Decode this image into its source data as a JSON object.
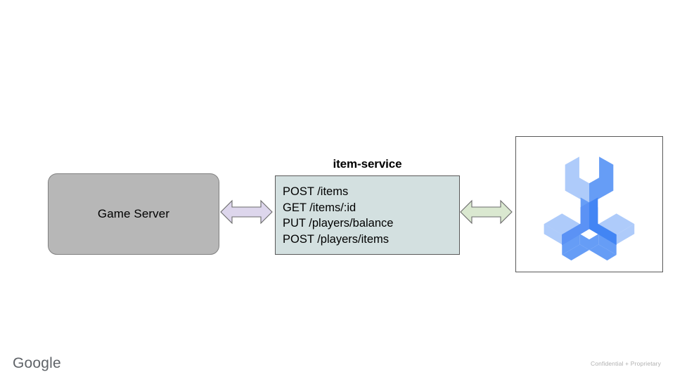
{
  "slide": {
    "background_color": "#ffffff",
    "nodes": {
      "game_server": {
        "label": "Game Server",
        "fill_color": "#b7b7b7",
        "border_color": "#808080"
      },
      "item_service": {
        "title": "item-service",
        "fill_color": "#d3e4e4",
        "border_color": "#595959",
        "endpoints": [
          "POST /items",
          "GET /items/:id",
          "PUT /players/balance",
          "POST /players/items"
        ]
      },
      "logo_panel": {
        "icon_name": "isometric-wrench-icon",
        "border_color": "#595959",
        "colors": {
          "light": "#aecbfa",
          "medium": "#669df6",
          "dark": "#4285f4",
          "mid_dark": "#5b92f5"
        }
      }
    },
    "connectors": [
      {
        "name": "game-server-to-item-service",
        "style": "double-headed-arrow",
        "fill_color": "#ddd6ec",
        "border_color": "#6b6b6b"
      },
      {
        "name": "item-service-to-tools",
        "style": "double-headed-arrow",
        "fill_color": "#dae8d0",
        "border_color": "#6b6b6b"
      }
    ]
  },
  "footer": {
    "brand": "Google",
    "brand_color": "#5f6368",
    "note": "Confidential + Proprietary",
    "note_color": "#b0b0b0"
  }
}
